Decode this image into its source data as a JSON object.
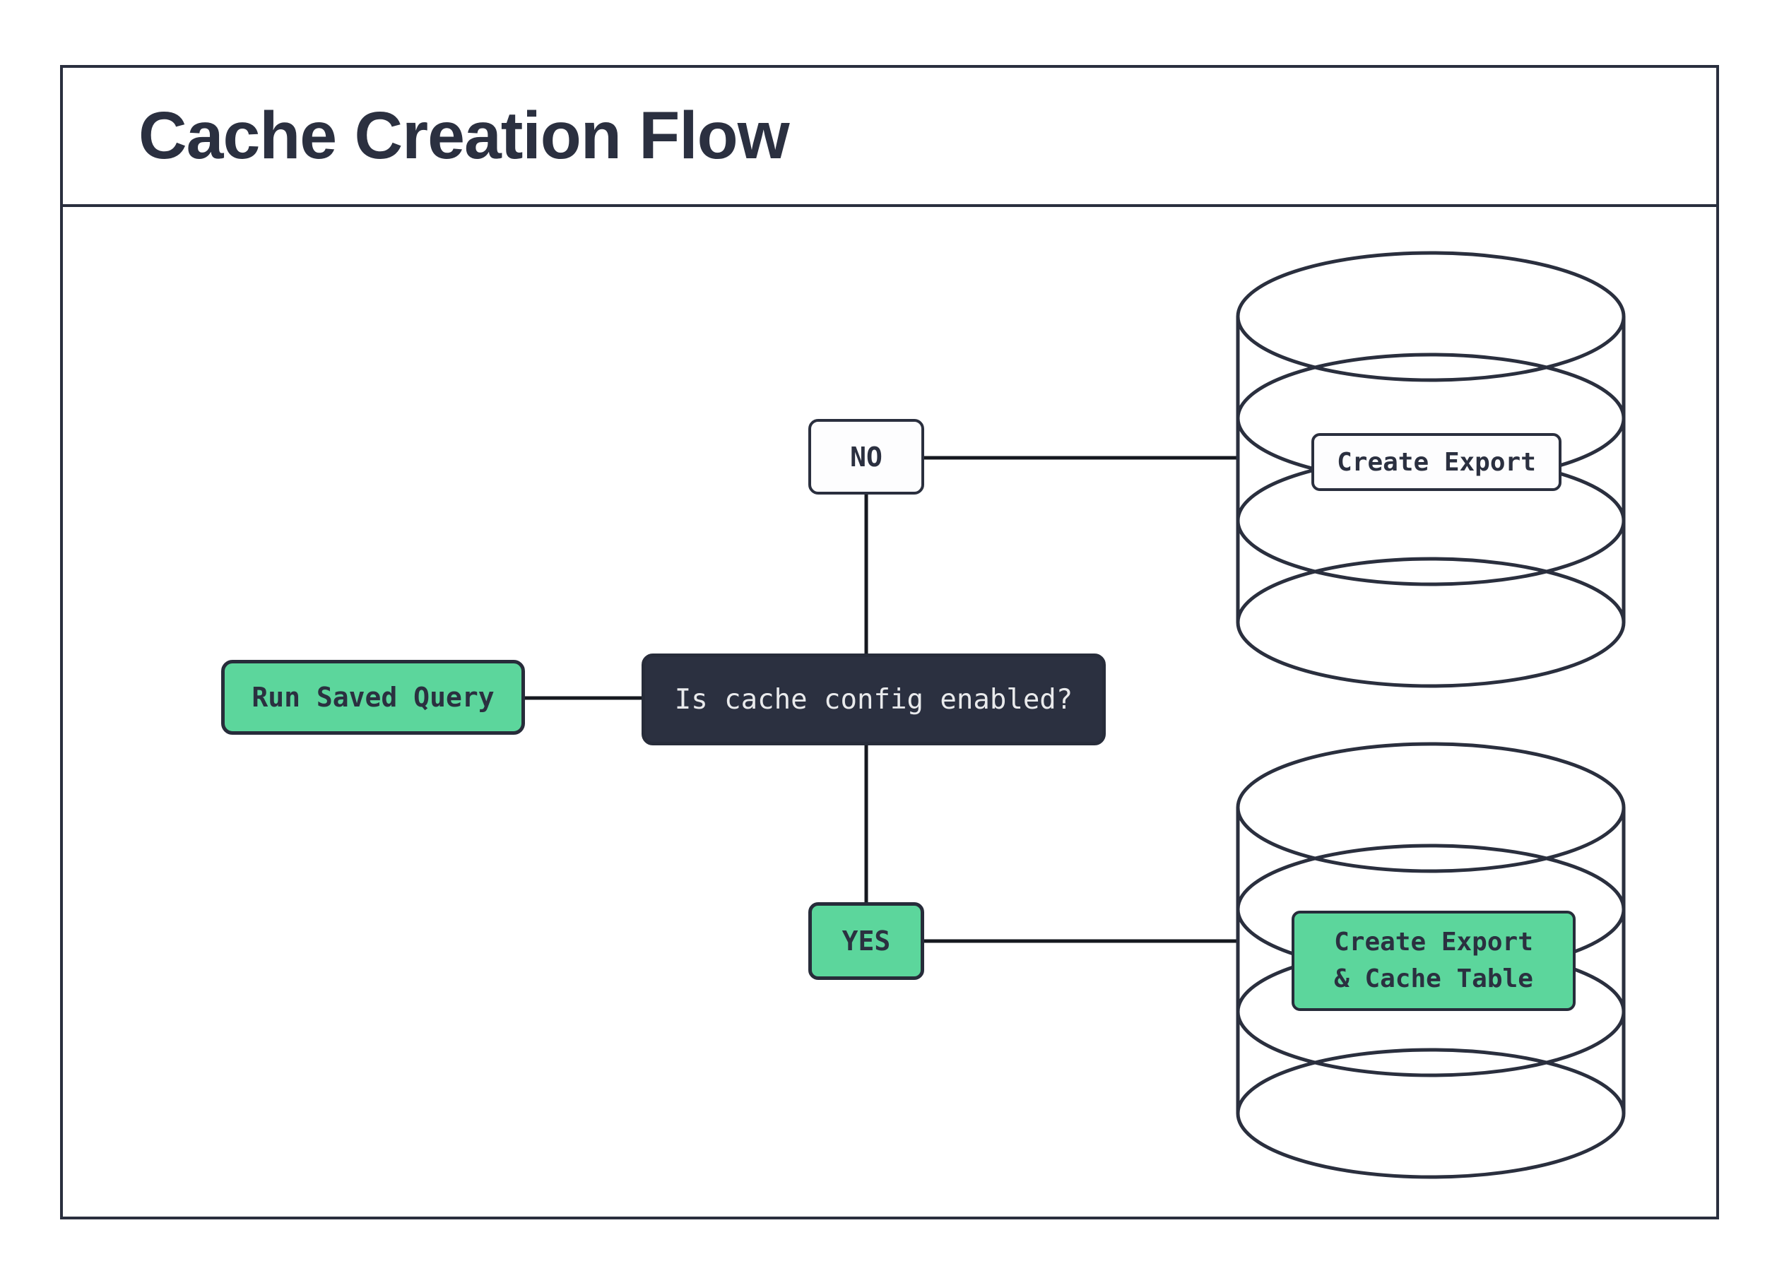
{
  "title": "Cache Creation Flow",
  "nodes": {
    "start": {
      "label": "Run Saved Query"
    },
    "decision": {
      "label": "Is cache config enabled?"
    },
    "branch_no": {
      "label": "NO"
    },
    "branch_yes": {
      "label": "YES"
    },
    "db_export": {
      "label": "Create Export"
    },
    "db_export_cache": {
      "label_line1": "Create Export",
      "label_line2": "& Cache Table"
    }
  },
  "colors": {
    "accent_green": "#5cd69c",
    "dark_navy_fill": "#2b3040",
    "border_navy": "#2a2f3e",
    "connector_black": "#15181f",
    "surface_white": "#ffffff",
    "light_text": "#e9eaec"
  }
}
